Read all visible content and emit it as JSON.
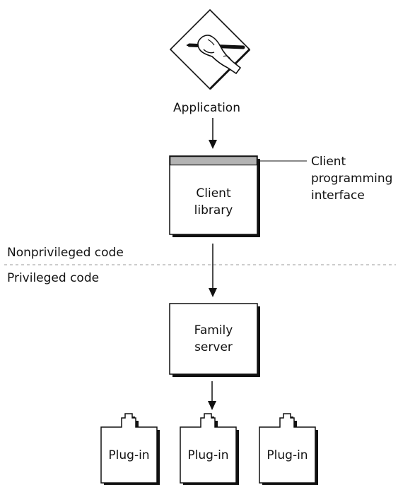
{
  "application": {
    "icon": "hand-writing-icon",
    "label": "Application"
  },
  "client_library": {
    "line1": "Client",
    "line2": "library",
    "callout": {
      "line1": "Client",
      "line2": "programming",
      "line3": "interface"
    }
  },
  "boundary": {
    "upper_label": "Nonprivileged code",
    "lower_label": "Privileged code"
  },
  "family_server": {
    "line1": "Family",
    "line2": "server"
  },
  "plugins": [
    {
      "label": "Plug-in"
    },
    {
      "label": "Plug-in"
    },
    {
      "label": "Plug-in"
    }
  ],
  "colors": {
    "stroke": "#111111",
    "interface_band": "#b3b3b3",
    "boundary_line": "#999999",
    "shadow": "#111111"
  }
}
